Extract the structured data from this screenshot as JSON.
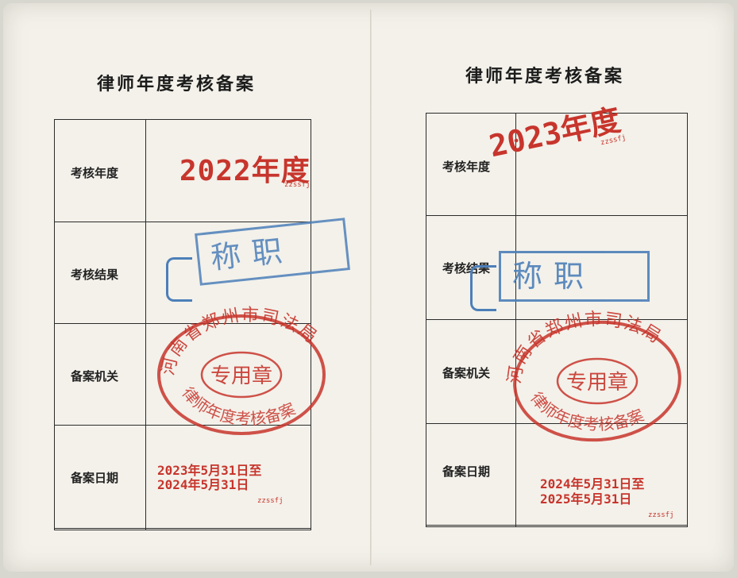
{
  "left_page": {
    "title": "律师年度考核备案",
    "labels": [
      "考核年度",
      "考核结果",
      "备案机关",
      "备案日期"
    ],
    "year_stamp": "2022年度",
    "year_stamp_mark": "zzssfj",
    "result_stamp": "称职",
    "seal": {
      "ring_text": "河南省郑州市司法局",
      "center_text": "专用章",
      "bottom_text": "律师年度考核备案"
    },
    "date_line1": "2023年5月31日至",
    "date_line2": "2024年5月31日",
    "date_mark": "zzssfj"
  },
  "right_page": {
    "title": "律师年度考核备案",
    "labels": [
      "考核年度",
      "考核结果",
      "备案机关",
      "备案日期"
    ],
    "year_stamp": "2023年度",
    "year_stamp_mark": "zzssfj",
    "result_stamp": "称职",
    "seal": {
      "ring_text": "河南省郑州市司法局",
      "center_text": "专用章",
      "bottom_text": "律师年度考核备案"
    },
    "date_line1": "2024年5月31日至",
    "date_line2": "2025年5月31日",
    "date_mark": "zzssfj"
  },
  "colors": {
    "red_ink": "#c7352c",
    "blue_ink": "#4c7fb9",
    "paper": "#f3f1ea"
  }
}
